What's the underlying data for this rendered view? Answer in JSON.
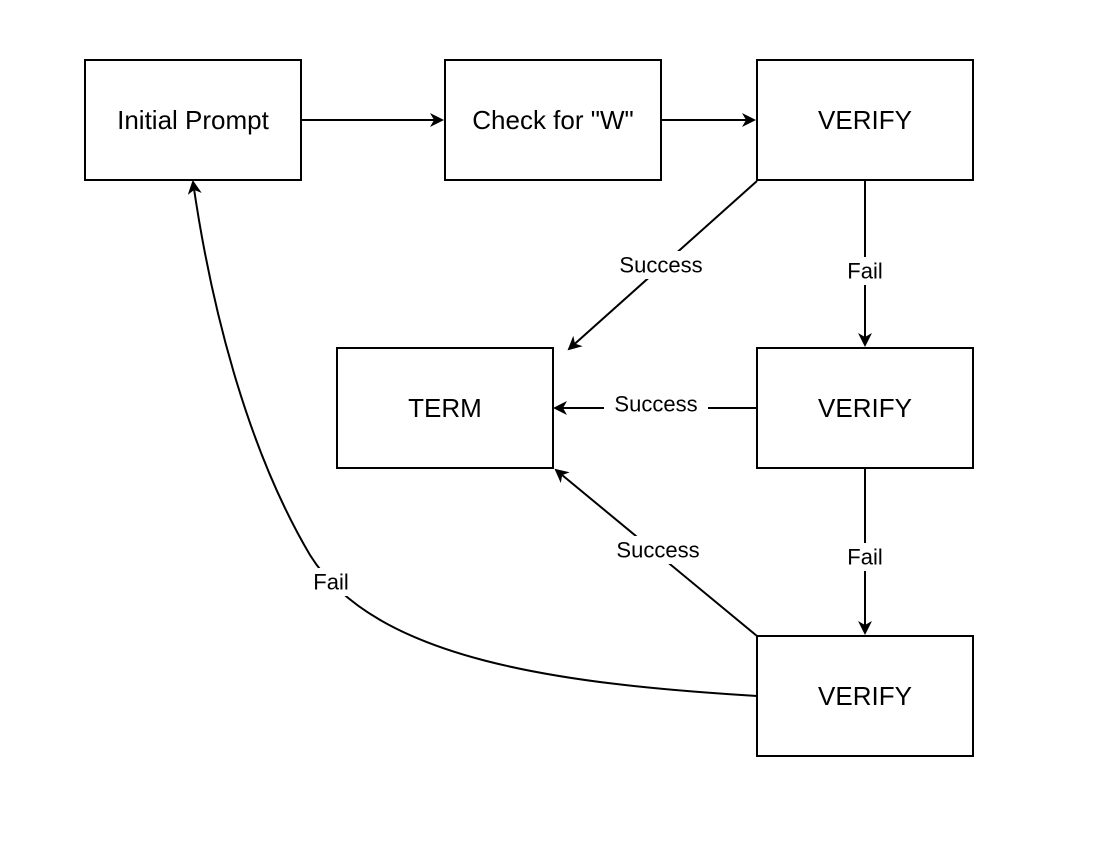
{
  "nodes": {
    "initial_prompt": "Initial Prompt",
    "check_w": "Check for \"W\"",
    "verify_1": "VERIFY",
    "term": "TERM",
    "verify_2": "VERIFY",
    "verify_3": "VERIFY"
  },
  "edges": {
    "initial_to_check": "",
    "check_to_verify1": "",
    "verify1_success": "Success",
    "verify1_fail": "Fail",
    "verify2_success": "Success",
    "verify2_fail": "Fail",
    "verify3_success": "Success",
    "verify3_fail": "Fail"
  },
  "colors": {
    "stroke": "#000000",
    "fill": "#ffffff"
  }
}
